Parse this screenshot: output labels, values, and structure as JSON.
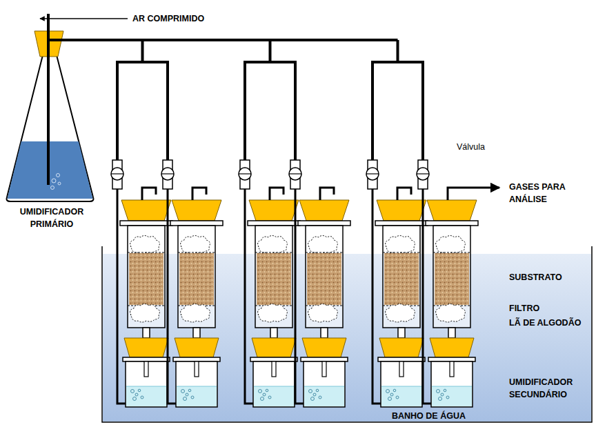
{
  "diagram": {
    "nodes": [
      {
        "text": [
          "UMIDIFICADOR PRIMÁRIO"
        ]
      },
      {
        "text": [
          "BANHO DE ÁGUA"
        ]
      }
    ],
    "labels": [
      "AR COMPRIMIDO",
      "Válvula",
      "GASES PARA ANÁLISE",
      "SUBSTRATO",
      "FILTRO",
      "LÃ DE ALGODÃO",
      "UMIDIFICADOR SECUNDÁRIO"
    ]
  }
}
